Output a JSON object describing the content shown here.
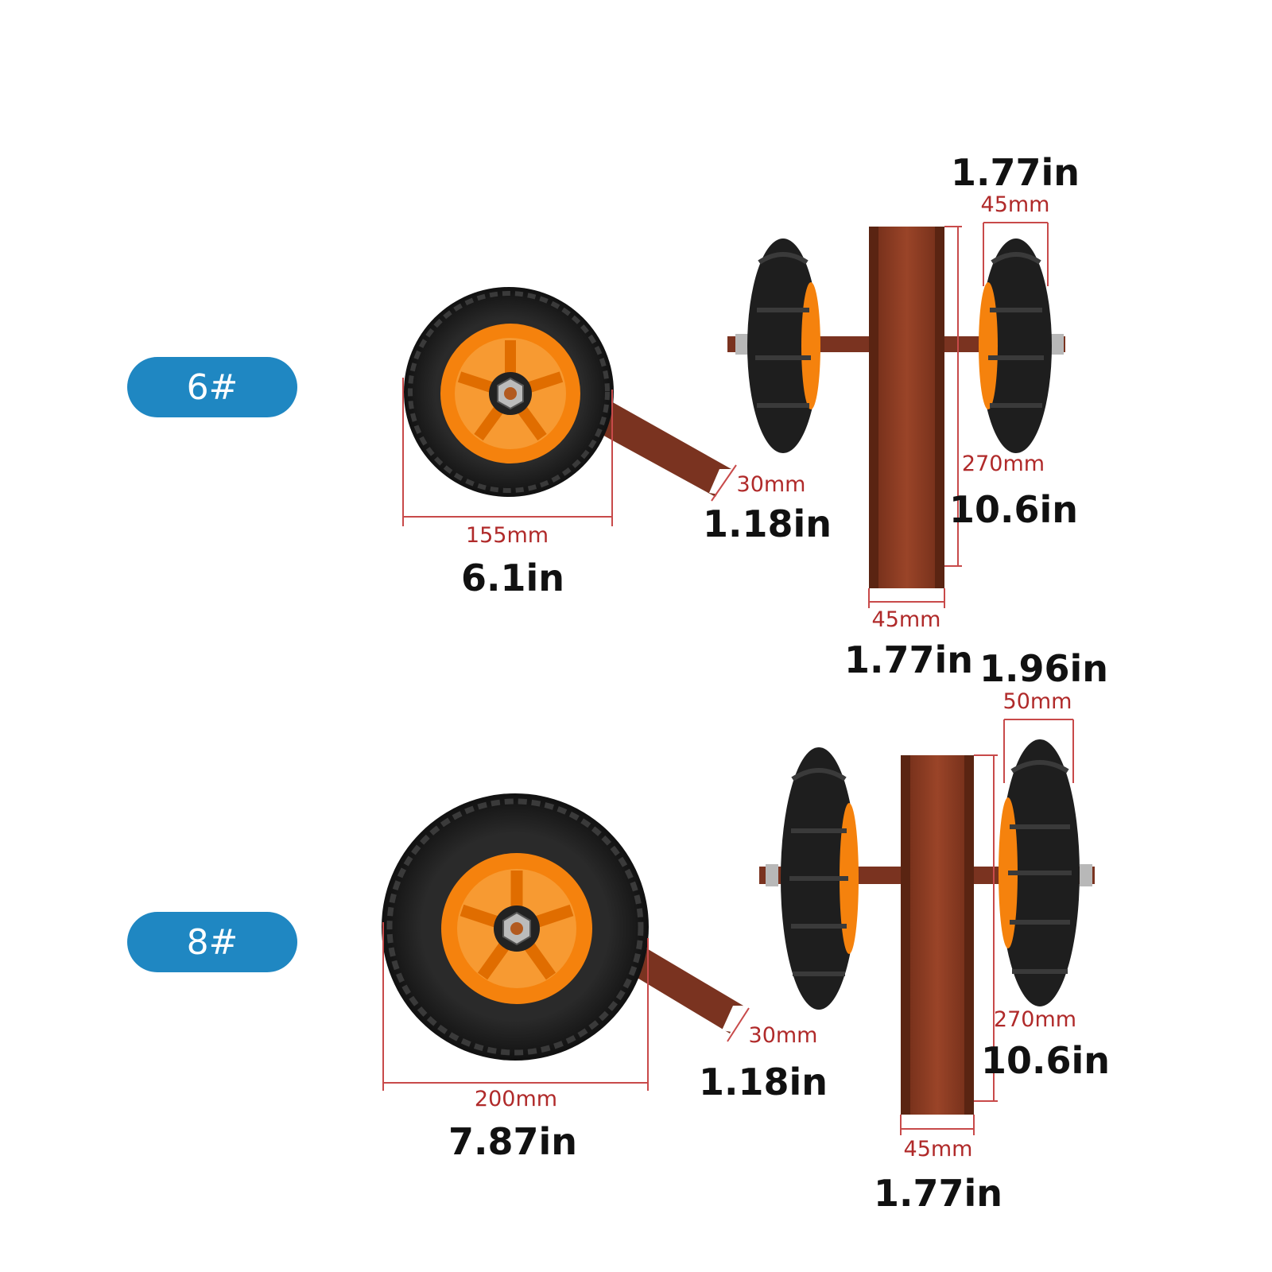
{
  "colors": {
    "pill": "#1f87c2",
    "dimension_line": "#c84a4a",
    "tire": "#1b1b1b",
    "hub": "#f5820d",
    "frame": "#8a3a22"
  },
  "models": [
    {
      "label": "6#",
      "wheel_diameter": {
        "mm": "155mm",
        "in": "6.1in"
      },
      "arm_width": {
        "mm": "30mm",
        "in": "1.18in"
      },
      "tire_width": {
        "mm": "45mm",
        "in": "1.77in"
      },
      "channel_height": {
        "mm": "270mm",
        "in": "10.6in"
      },
      "channel_width": {
        "mm": "45mm",
        "in": "1.77in"
      }
    },
    {
      "label": "8#",
      "wheel_diameter": {
        "mm": "200mm",
        "in": "7.87in"
      },
      "arm_width": {
        "mm": "30mm",
        "in": "1.18in"
      },
      "tire_width": {
        "mm": "50mm",
        "in": "1.96in"
      },
      "channel_height": {
        "mm": "270mm",
        "in": "10.6in"
      },
      "channel_width": {
        "mm": "45mm",
        "in": "1.77in"
      }
    }
  ]
}
